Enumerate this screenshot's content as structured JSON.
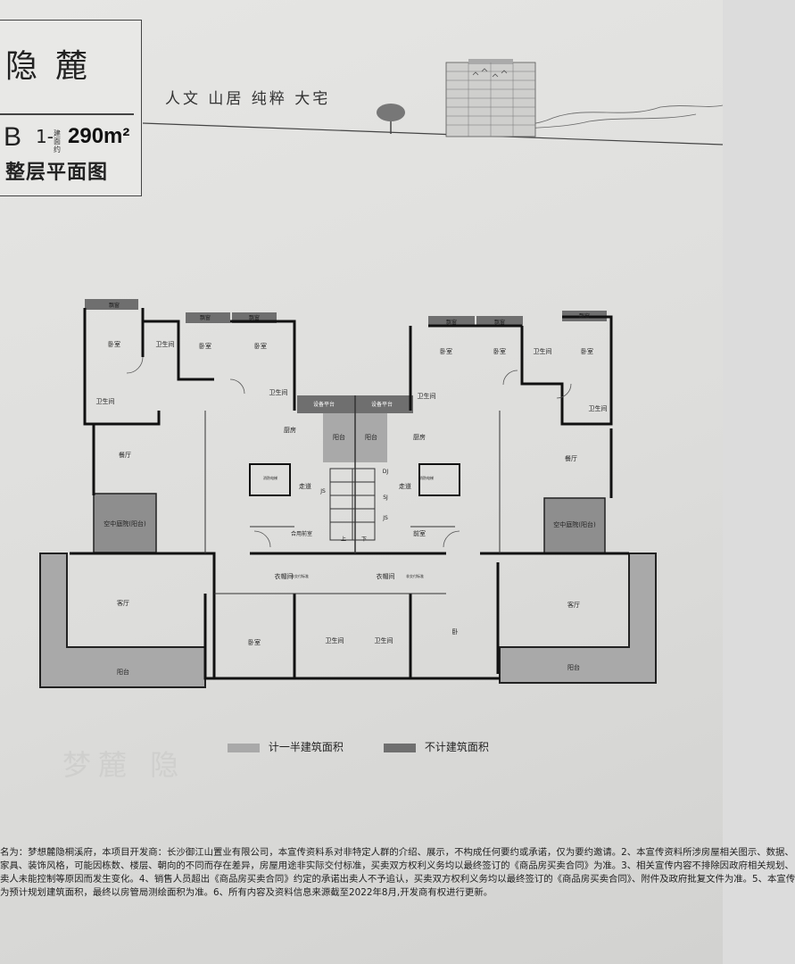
{
  "header": {
    "project_name": "隐麓",
    "unit_type": "B",
    "unit_sub": "1-",
    "area_note": "建面约",
    "area_value": "290m²",
    "plan_title": "整层平面图",
    "slogan": "人文  山居  纯粹  大宅"
  },
  "rooms": {
    "bedroom": "卧室",
    "bath": "卫生间",
    "window": "飘窗",
    "dining": "餐厅",
    "kitchen": "厨房",
    "living": "客厅",
    "balcony": "阳台",
    "court": "空中庭院(阳台)",
    "equip": "设备平台",
    "corridor": "走道",
    "lobby": "前室",
    "shared_lobby": "合用前室",
    "closet": "衣帽间",
    "js": "JS",
    "dj": "DJ",
    "sj": "SJ",
    "up": "上",
    "down": "下",
    "br_short": "卧",
    "elevator": "消防电梯",
    "note": "非交付标准"
  },
  "legend": {
    "half_area": "计一半建筑面积",
    "no_area": "不计建筑面积",
    "half_color": "#a9a9a9",
    "no_color": "#6f6f6f"
  },
  "disclaimer": {
    "line1": "名为：梦想麓隐桐溪府，本项目开发商：长沙御江山置业有限公司，本宣传资料系对非特定人群的介绍、展示，不构成任何要约或承诺，仅为要约邀请。2、本宣传资料所涉房屋相关图示、数据、",
    "line2": "家具、装饰风格，可能因栋数、楼层、朝向的不同而存在差异，房屋用途非实际交付标准，买卖双方权利义务均以最终签订的《商品房买卖合同》为准。3、相关宣传内容不排除因政府相关规划、",
    "line3": "卖人未能控制等原因而发生变化。4、销售人员超出《商品房买卖合同》约定的承诺出卖人不予追认，买卖双方权利义务均以最终签订的《商品房买卖合同》、附件及政府批复文件为准。5、本宣传",
    "line4": "为预计规划建筑面积，最终以房管局测绘面积为准。6、所有内容及资料信息来源截至2022年8月,开发商有权进行更新。"
  },
  "watermark": "梦麓 隐"
}
